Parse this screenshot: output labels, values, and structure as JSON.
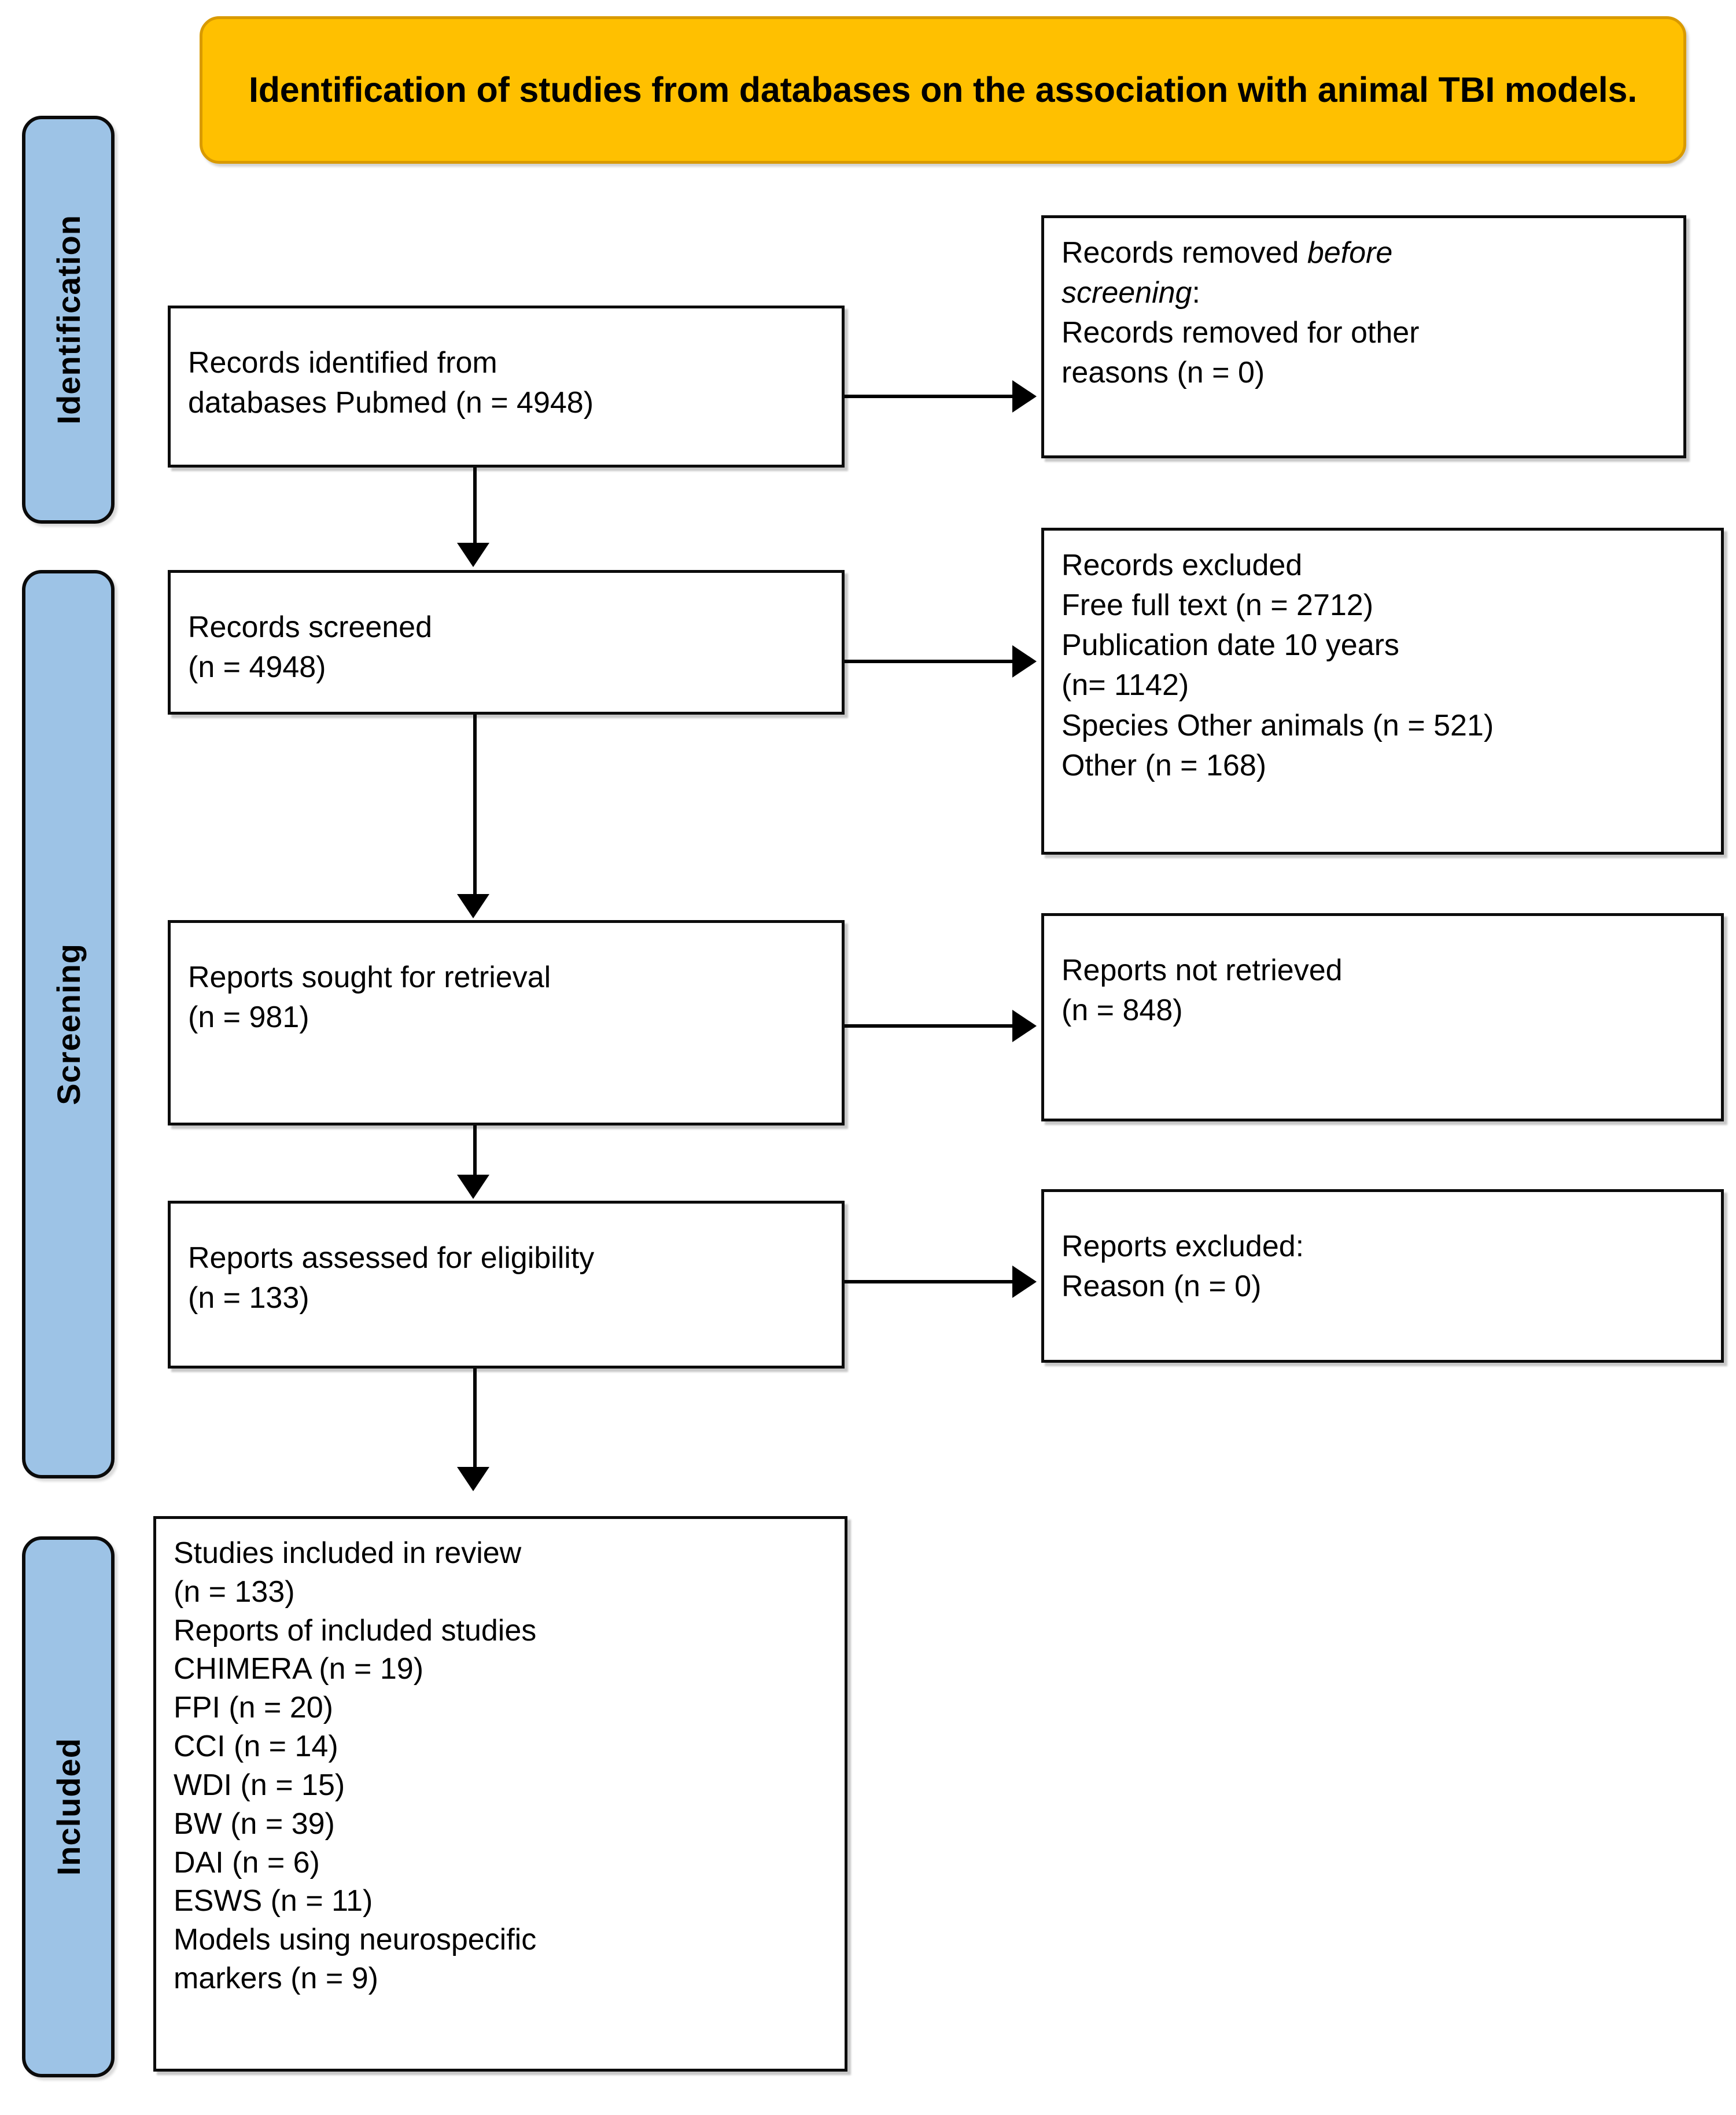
{
  "header": {
    "title": "Identification of studies from databases on the association with animal TBI models.",
    "background_color": "#FFC000",
    "border_color": "#D99A00"
  },
  "stages": {
    "accent_color": "#9DC3E6",
    "items": [
      {
        "id": "identification",
        "label": "Identification"
      },
      {
        "id": "screening",
        "label": "Screening"
      },
      {
        "id": "included",
        "label": "Included"
      }
    ]
  },
  "boxes": {
    "records_identified": {
      "text": "Records identified from\ndatabases Pubmed (n = 4948)",
      "count": 4948
    },
    "records_removed": {
      "line1_prefix": "Records removed ",
      "line1_italic": "before",
      "line2_italic": "screening",
      "line2_suffix": ":",
      "line3": "Records removed for other",
      "line4": "reasons (n = 0)",
      "count": 0
    },
    "records_screened": {
      "text": "Records screened\n(n = 4948)",
      "count": 4948
    },
    "records_excluded": {
      "text": "Records excluded\nFree full text (n = 2712)\nPublication date 10 years\n(n= 1142)\nSpecies Other animals (n = 521)\nOther (n = 168)",
      "reasons": [
        {
          "label": "Free full text",
          "count": 2712
        },
        {
          "label": "Publication date 10 years",
          "count": 1142
        },
        {
          "label": "Species Other animals",
          "count": 521
        },
        {
          "label": "Other",
          "count": 168
        }
      ]
    },
    "reports_sought": {
      "text": "Reports sought for retrieval\n(n = 981)",
      "count": 981
    },
    "reports_not_retrieved": {
      "text": "Reports not retrieved\n(n = 848)",
      "count": 848
    },
    "reports_assessed": {
      "text": "Reports assessed for eligibility\n(n = 133)",
      "count": 133
    },
    "reports_excluded": {
      "text": "Reports excluded:\nReason (n = 0)",
      "count": 0
    },
    "studies_included": {
      "text": "Studies included in review\n(n = 133)\nReports of included studies\nCHIMERA (n = 19)\nFPI (n = 20)\nCCI (n = 14)\nWDI (n = 15)\nBW (n = 39)\nDAI (n = 6)\nESWS (n = 11)\nModels using neurospecific\nmarkers (n = 9)",
      "total": 133,
      "models": [
        {
          "label": "CHIMERA",
          "count": 19
        },
        {
          "label": "FPI",
          "count": 20
        },
        {
          "label": "CCI",
          "count": 14
        },
        {
          "label": "WDI",
          "count": 15
        },
        {
          "label": "BW",
          "count": 39
        },
        {
          "label": "DAI",
          "count": 6
        },
        {
          "label": "ESWS",
          "count": 11
        },
        {
          "label": "Models using neurospecific markers",
          "count": 9
        }
      ]
    }
  }
}
